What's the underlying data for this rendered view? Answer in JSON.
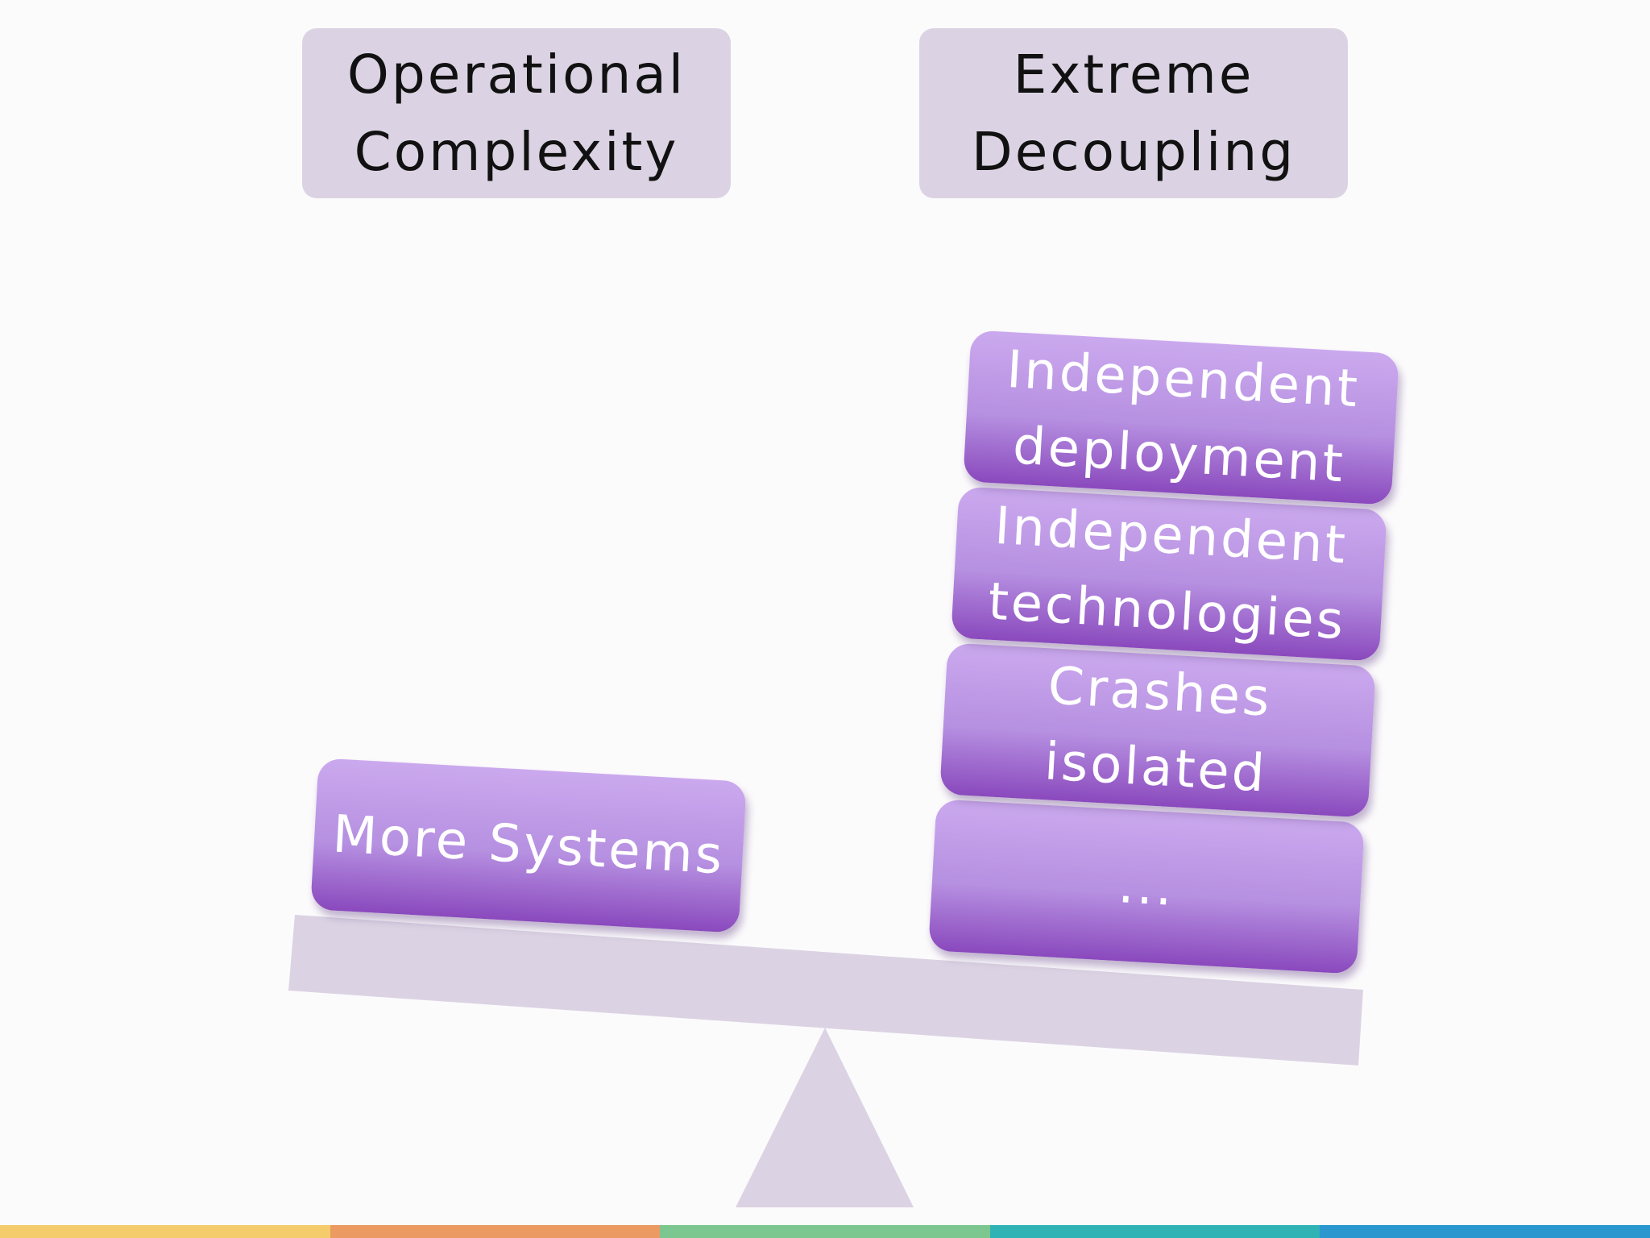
{
  "headers": {
    "left": {
      "line1": "Operational",
      "line2": "Complexity"
    },
    "right": {
      "line1": "Extreme",
      "line2": "Decoupling"
    }
  },
  "left_weights": [
    {
      "line1": "More Systems"
    }
  ],
  "right_weights": [
    {
      "line1": "Independent",
      "line2": "deployment"
    },
    {
      "line1": "Independent",
      "line2": "technologies"
    },
    {
      "line1": "Crashes",
      "line2": "isolated"
    },
    {
      "line1": "..."
    }
  ],
  "colors": {
    "header_box": "#dbd3e3",
    "weight_top": "#cba9ee",
    "weight_bottom": "#8a49bd",
    "beam": "#dbd3e3",
    "footer": [
      "#f5cc6b",
      "#eb9a62",
      "#7cc690",
      "#2fb3b4",
      "#2a97cf"
    ]
  }
}
